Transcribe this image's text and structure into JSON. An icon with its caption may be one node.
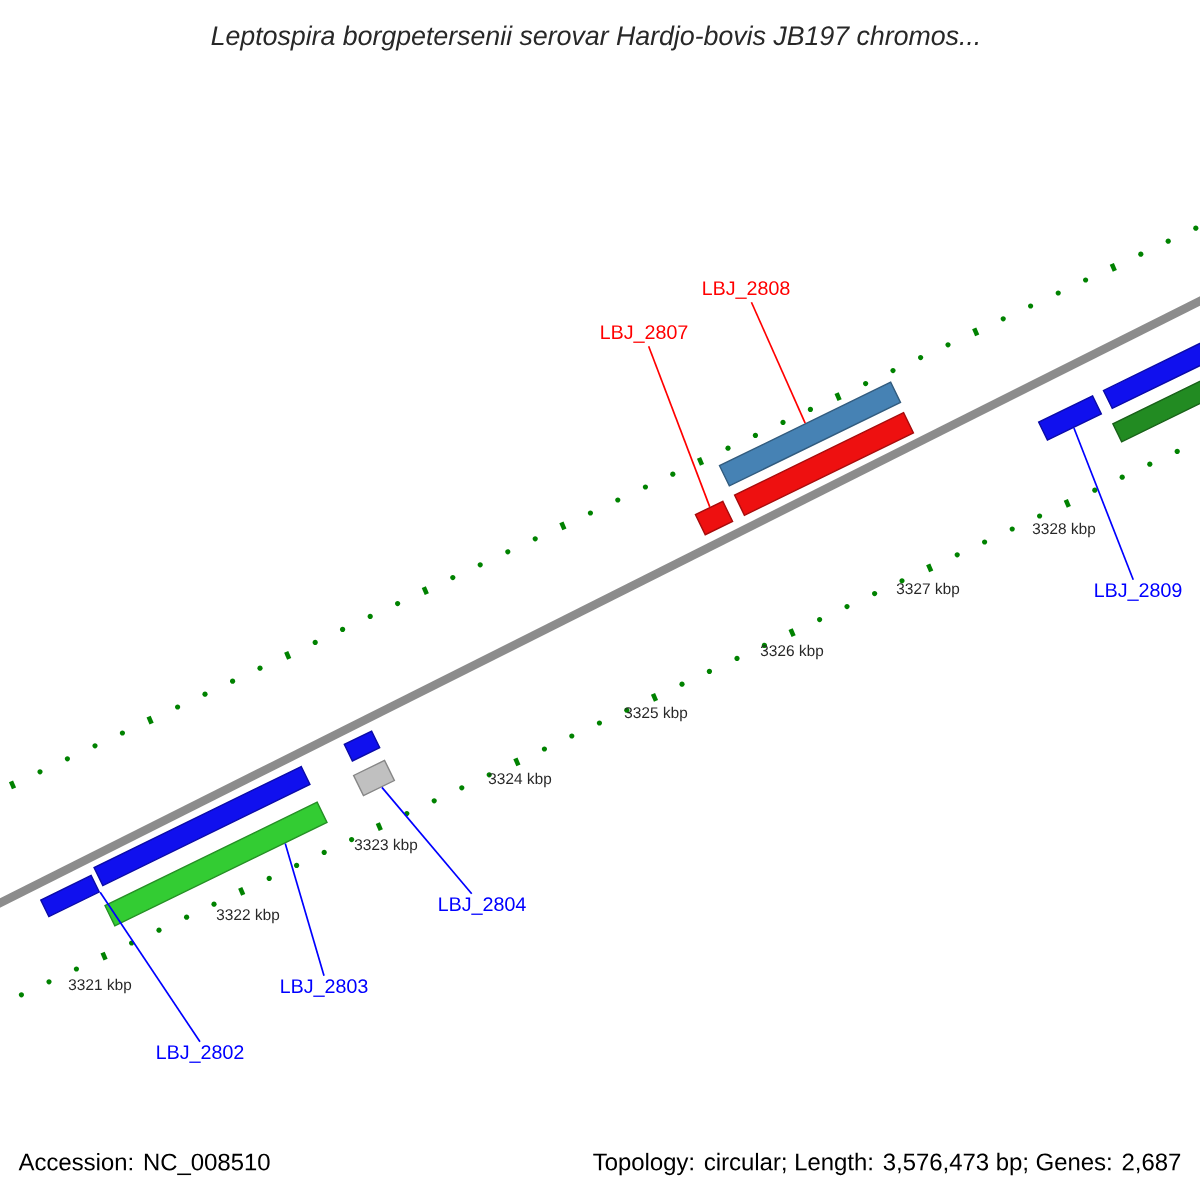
{
  "diagram": {
    "title": "Leptospira borgpetersenii serovar Hardjo-bovis JB197 chromos...",
    "nodes": [
      {
        "text": [],
        "shape": "bar"
      },
      {
        "text": [],
        "shape": "bar"
      },
      {
        "text": [],
        "shape": "bar"
      },
      {
        "text": [],
        "shape": "bar"
      },
      {
        "text": [],
        "shape": "bar"
      },
      {
        "text": [],
        "shape": "bar"
      },
      {
        "text": [],
        "shape": "bar"
      },
      {
        "text": [],
        "shape": "bar"
      },
      {
        "text": [],
        "shape": "bar"
      },
      {
        "text": [],
        "shape": "bar"
      },
      {
        "text": [],
        "shape": "bar"
      },
      {
        "text": [
          "LBJ_2808"
        ]
      },
      {
        "text": [
          "LBJ_2807"
        ]
      },
      {
        "text": [
          "LBJ_2809"
        ]
      },
      {
        "text": [
          "LBJ_2804"
        ]
      },
      {
        "text": [
          "LBJ_2803"
        ]
      },
      {
        "text": [
          "LBJ_2802"
        ]
      }
    ],
    "edges": [
      {
        "from": 11,
        "to": 6,
        "arrow": "none",
        "color": "#ff0000"
      },
      {
        "from": 12,
        "to": 5,
        "arrow": "none",
        "color": "#ff0000"
      },
      {
        "from": 13,
        "to": 8,
        "arrow": "none"
      },
      {
        "from": 14,
        "to": 4,
        "arrow": "none"
      },
      {
        "from": 15,
        "to": 2,
        "arrow": "none"
      },
      {
        "from": 16,
        "to": 0,
        "arrow": "none"
      }
    ],
    "labels": [
      "3328 kbp",
      "3327 kbp",
      "3326 kbp",
      "3325 kbp",
      "3324 kbp",
      "3323 kbp",
      "3322 kbp",
      "3321 kbp",
      "Accession: NC_008510",
      "Topology: circular; Length: 3,576,473 bp; Genes: 2,687"
    ]
  }
}
